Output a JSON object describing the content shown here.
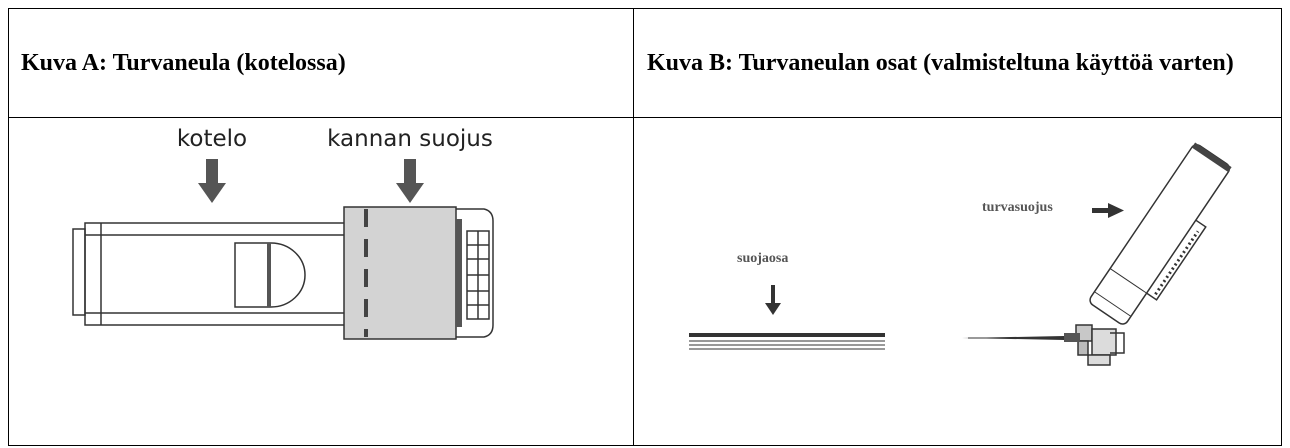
{
  "header_a": "Kuva A: Turvaneula (kotelossa)",
  "header_b": "Kuva B: Turvaneulan osat (valmisteltuna käyttöä varten)",
  "figure_a": {
    "label_case": "kotelo",
    "label_hub_cover": "kannan suojus"
  },
  "figure_b": {
    "label_safety_cover": "turvasuojus",
    "label_protective_part": "suojaosa"
  },
  "colors": {
    "arrow": "#555555",
    "hub_cover_fill": "#d3d3d3",
    "line": "#333333"
  }
}
